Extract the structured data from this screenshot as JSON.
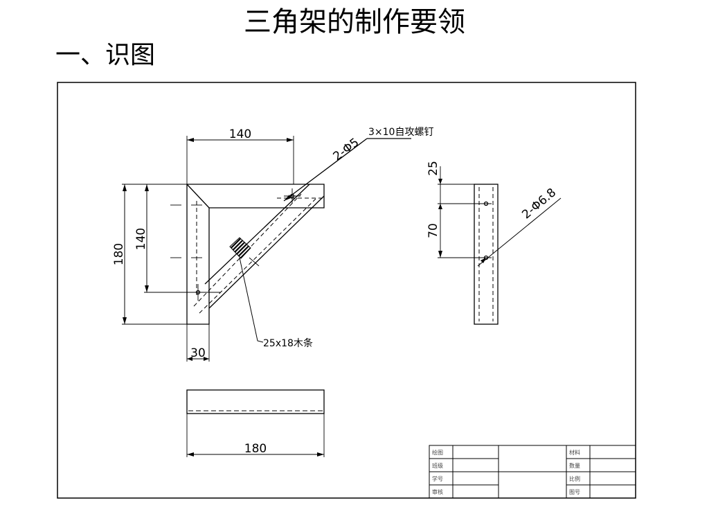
{
  "page": {
    "title": "三角架的制作要领",
    "section": "一、识图"
  },
  "drawing": {
    "front_view": {
      "dim_top": "140",
      "dim_left_outer": "180",
      "dim_left_inner": "140",
      "dim_bottom": "30",
      "hole_note": "2-Φ5",
      "screw_note": "3×10自攻螺钉",
      "wood_note": "25x18木条"
    },
    "side_view": {
      "dim_top": "25",
      "dim_mid": "70",
      "hole_note": "2-Φ6.8"
    },
    "bottom_view": {
      "dim_bottom": "180"
    },
    "title_block": {
      "row_labels": [
        "绘图",
        "班级",
        "学号",
        "审核"
      ],
      "right_labels": [
        "材料",
        "数量",
        "比例",
        "图号"
      ]
    }
  }
}
